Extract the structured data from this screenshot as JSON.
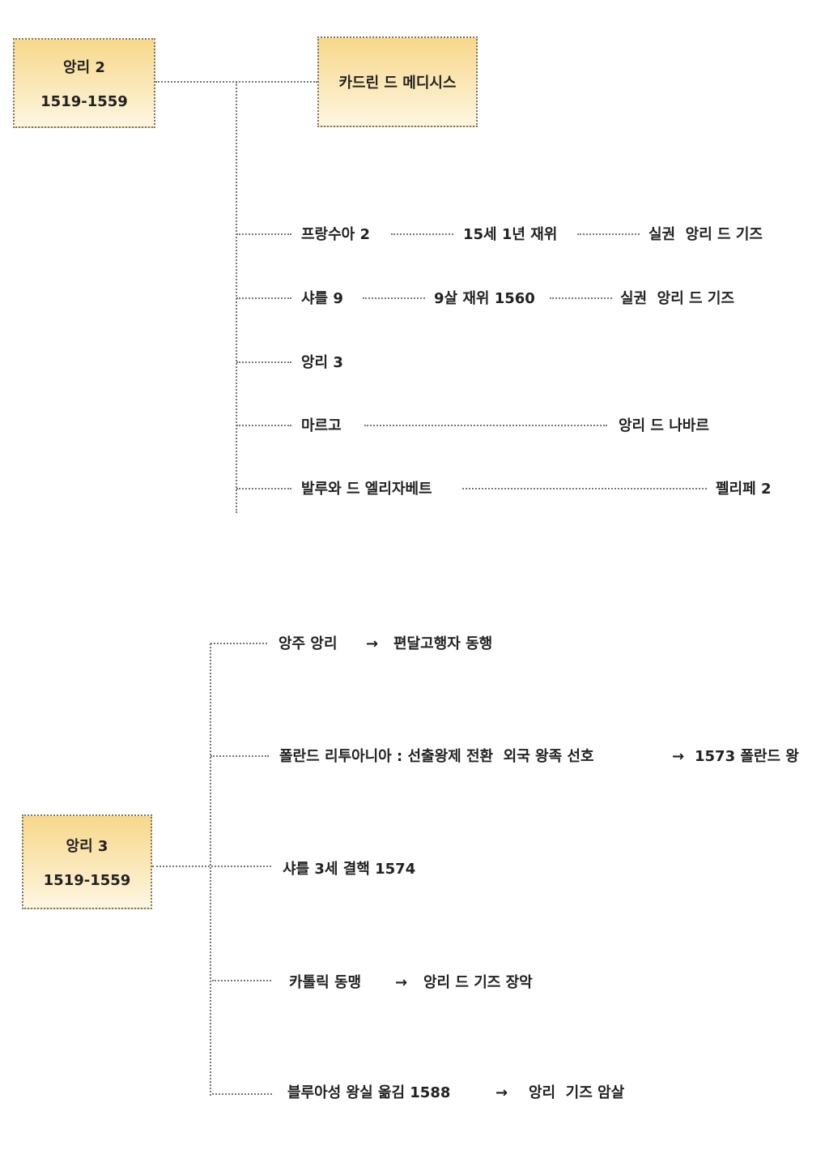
{
  "diagram1": {
    "root": {
      "name": "앙리 2",
      "years": "1519-1559"
    },
    "spouse": "카드린 드 메디시스",
    "children": [
      {
        "name": "프랑수아 2",
        "note1": "15세 1년 재위",
        "note2": "실권  앙리 드 기즈"
      },
      {
        "name": "샤를 9",
        "note1": "9살 재위 1560",
        "note2": "실권  앙리 드 기즈"
      },
      {
        "name": "앙리 3"
      },
      {
        "name": "마르고",
        "note1": "앙리 드 나바르"
      },
      {
        "name": "발루와 드 엘리자베트",
        "note1": "펠리페 2"
      }
    ]
  },
  "diagram2": {
    "root": {
      "name": "앙리 3",
      "years": "1519-1559"
    },
    "arrow": "→",
    "events": [
      {
        "a": "앙주 앙리",
        "b": "편달고행자 동행"
      },
      {
        "a": "폴란드 리투아니아 : 선출왕제 전환  외국 왕족 선호",
        "b": "1573 폴란드 왕"
      },
      {
        "a": "샤를 3세 결핵 1574"
      },
      {
        "a": "카톨릭 동맹",
        "b": "앙리 드 기즈 장악"
      },
      {
        "a": "블루아성 왕실 옮김 1588",
        "b": "앙리  기즈 암살"
      }
    ]
  }
}
